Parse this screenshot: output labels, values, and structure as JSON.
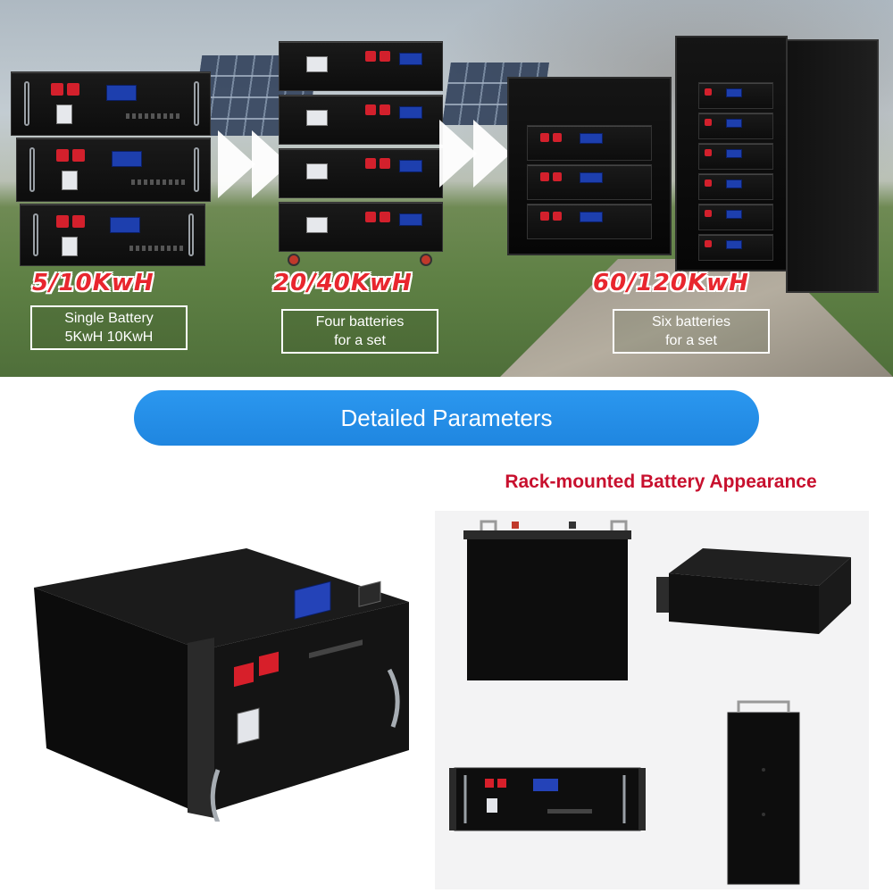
{
  "hero": {
    "stages": [
      {
        "capacity": "5/10KwH",
        "description_line1": "Single Battery",
        "description_line2": "5KwH 10KwH"
      },
      {
        "capacity": "20/40KwH",
        "description_line1": "Four batteries",
        "description_line2": "for a set"
      },
      {
        "capacity": "60/120KwH",
        "description_line1": "Six batteries",
        "description_line2": "for a set"
      }
    ]
  },
  "params_banner": {
    "label": "Detailed Parameters"
  },
  "appearance": {
    "title": "Rack-mounted Battery Appearance"
  },
  "colors": {
    "accent_blue": "#2b97ef",
    "capacity_red": "#e8262e",
    "title_red": "#c8102e",
    "lcd_blue": "#1d3fae"
  }
}
